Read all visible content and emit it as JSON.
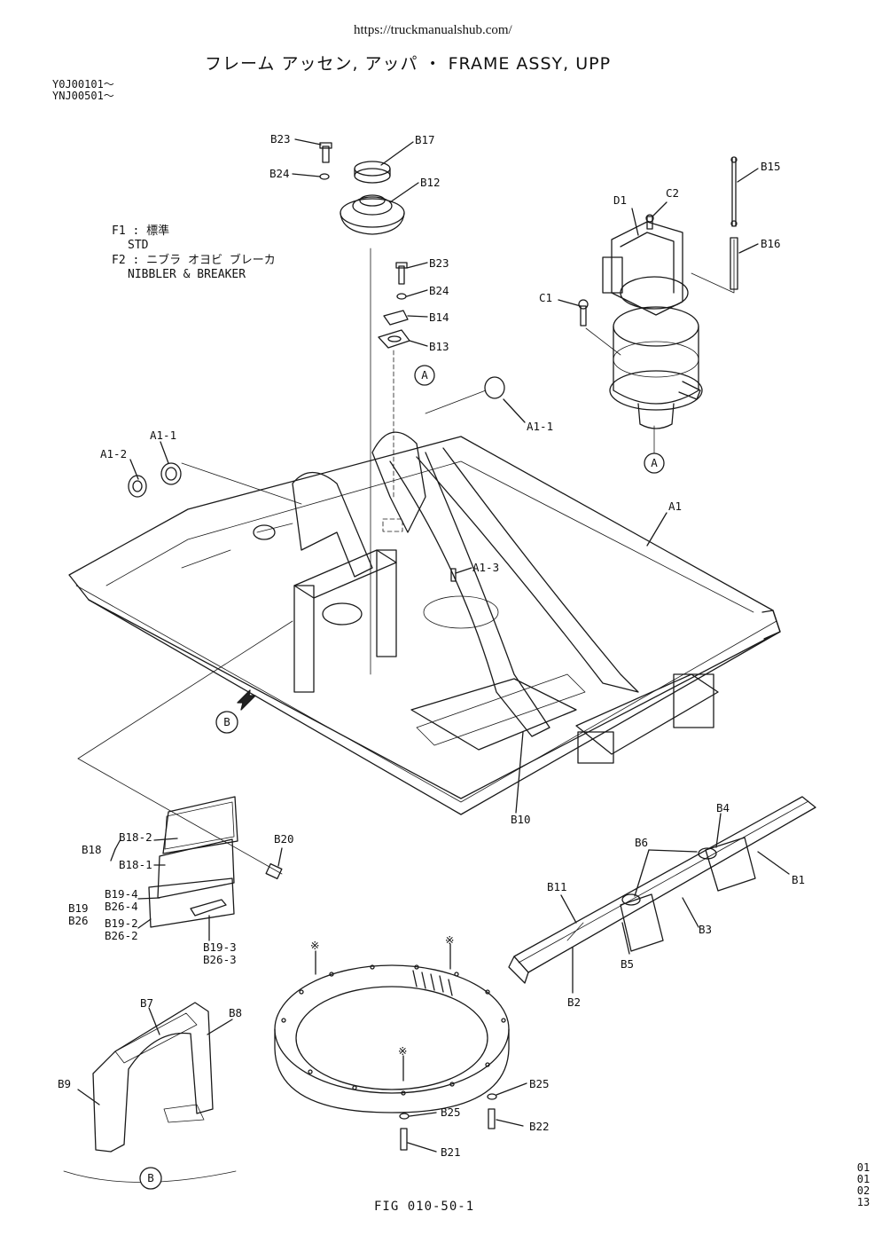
{
  "header": {
    "url": "https://truckmanualshub.com/",
    "title": "フレーム アッセン, アッパ ・ FRAME ASSY, UPP",
    "serials": [
      "Y0J00101～",
      "YNJ00501～"
    ]
  },
  "legend": {
    "f1_code": "F1 : 標準",
    "f1_text": "STD",
    "f2_code": "F2 : ニブラ オヨビ ブレーカ",
    "f2_text": "NIBBLER & BREAKER"
  },
  "callouts": {
    "B23_top": "B23",
    "B17": "B17",
    "B24_top": "B24",
    "B12": "B12",
    "B23_mid": "B23",
    "B24_mid": "B24",
    "B14": "B14",
    "B13": "B13",
    "B15": "B15",
    "B16": "B16",
    "D1": "D1",
    "C2": "C2",
    "C1": "C1",
    "A_circle_top": "A",
    "A_circle_motor": "A",
    "A1_1_right": "A1-1",
    "A1_1_left": "A1-1",
    "A1_2": "A1-2",
    "A1": "A1",
    "A1_3": "A1-3",
    "B_circle_arrow": "B",
    "B10": "B10",
    "B18": "B18",
    "B18_2": "B18-2",
    "B18_1": "B18-1",
    "B20": "B20",
    "B19": "B19",
    "B26": "B26",
    "B19_4": "B19-4",
    "B26_4": "B26-4",
    "B19_2": "B19-2",
    "B26_2": "B26-2",
    "B19_3": "B19-3",
    "B26_3": "B26-3",
    "B4": "B4",
    "B6": "B6",
    "B1": "B1",
    "B11": "B11",
    "B3": "B3",
    "B5": "B5",
    "B2": "B2",
    "B7": "B7",
    "B8": "B8",
    "B9": "B9",
    "B_circle_bottom": "B",
    "B25_right": "B25",
    "B22": "B22",
    "B25_bottom": "B25",
    "B21": "B21",
    "mark_1": "※",
    "mark_2": "※",
    "mark_3": "※"
  },
  "footer": {
    "figure": "FIG 010-50-1",
    "page_codes": [
      "01",
      "01",
      "02",
      "13"
    ]
  }
}
